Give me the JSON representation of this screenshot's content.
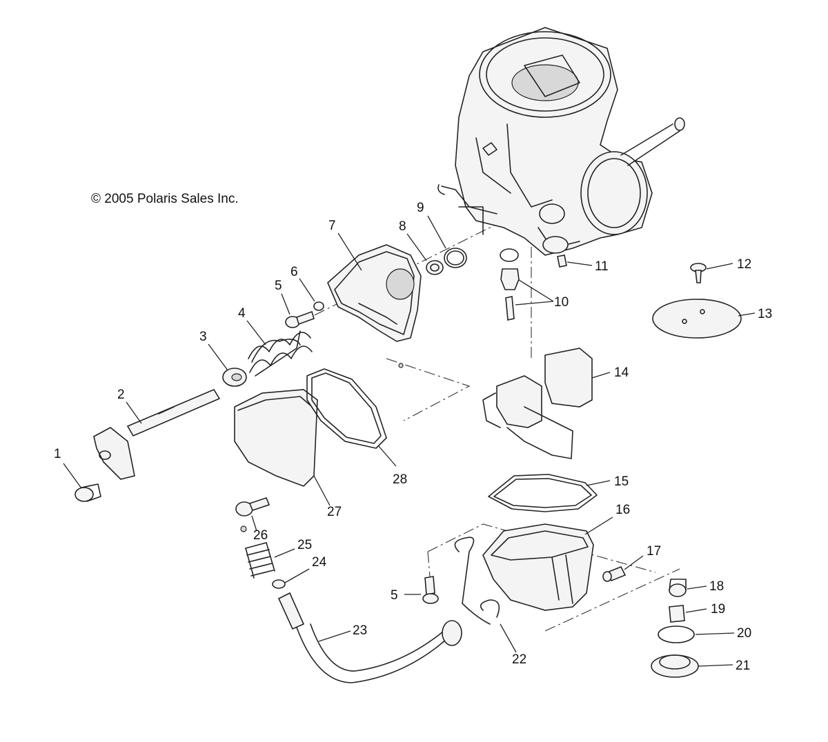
{
  "copyright": "© 2005 Polaris Sales Inc.",
  "callouts": [
    {
      "id": "1",
      "label": "1"
    },
    {
      "id": "2",
      "label": "2"
    },
    {
      "id": "3",
      "label": "3"
    },
    {
      "id": "4",
      "label": "4"
    },
    {
      "id": "5a",
      "label": "5"
    },
    {
      "id": "5b",
      "label": "5"
    },
    {
      "id": "6",
      "label": "6"
    },
    {
      "id": "7",
      "label": "7"
    },
    {
      "id": "8",
      "label": "8"
    },
    {
      "id": "9",
      "label": "9"
    },
    {
      "id": "10",
      "label": "10"
    },
    {
      "id": "11",
      "label": "11"
    },
    {
      "id": "12",
      "label": "12"
    },
    {
      "id": "13",
      "label": "13"
    },
    {
      "id": "14",
      "label": "14"
    },
    {
      "id": "15",
      "label": "15"
    },
    {
      "id": "16",
      "label": "16"
    },
    {
      "id": "17",
      "label": "17"
    },
    {
      "id": "18",
      "label": "18"
    },
    {
      "id": "19",
      "label": "19"
    },
    {
      "id": "20",
      "label": "20"
    },
    {
      "id": "21",
      "label": "21"
    },
    {
      "id": "22",
      "label": "22"
    },
    {
      "id": "23",
      "label": "23"
    },
    {
      "id": "24",
      "label": "24"
    },
    {
      "id": "25",
      "label": "25"
    },
    {
      "id": "26",
      "label": "26"
    },
    {
      "id": "27",
      "label": "27"
    },
    {
      "id": "28",
      "label": "28"
    }
  ]
}
